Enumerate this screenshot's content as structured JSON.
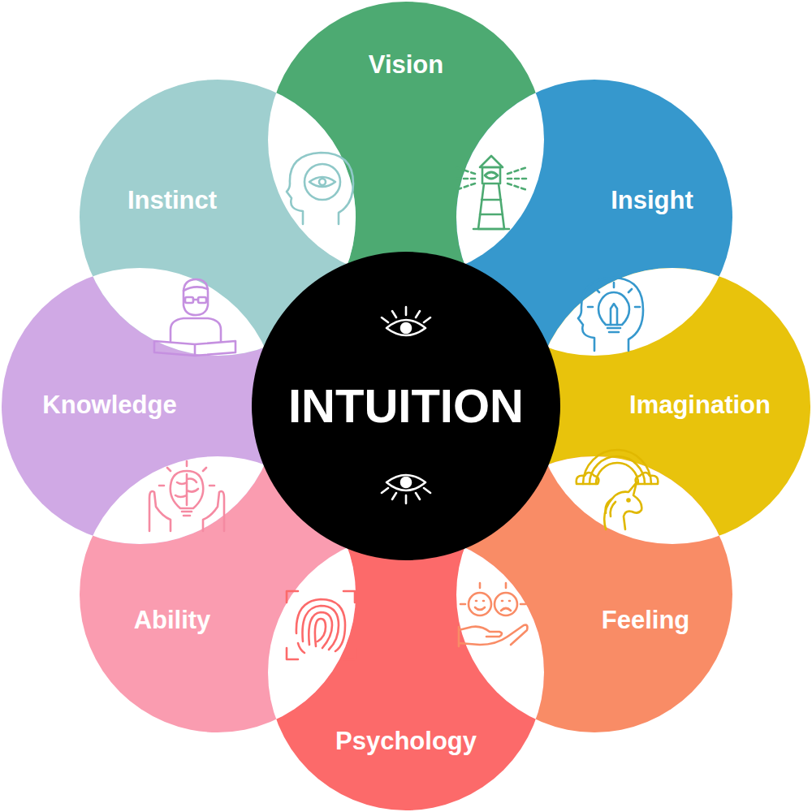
{
  "diagram": {
    "nodes": [
      {
        "text": [
          "INTUITION"
        ]
      },
      {
        "text": [
          "Vision"
        ]
      },
      {
        "text": [
          "Insight"
        ]
      },
      {
        "text": [
          "Imagination"
        ]
      },
      {
        "text": [
          "Feeling"
        ]
      },
      {
        "text": [
          "Psychology"
        ]
      },
      {
        "text": [
          "Ability"
        ]
      },
      {
        "text": [
          "Knowledge"
        ]
      },
      {
        "text": [
          "Instinct"
        ]
      }
    ]
  }
}
